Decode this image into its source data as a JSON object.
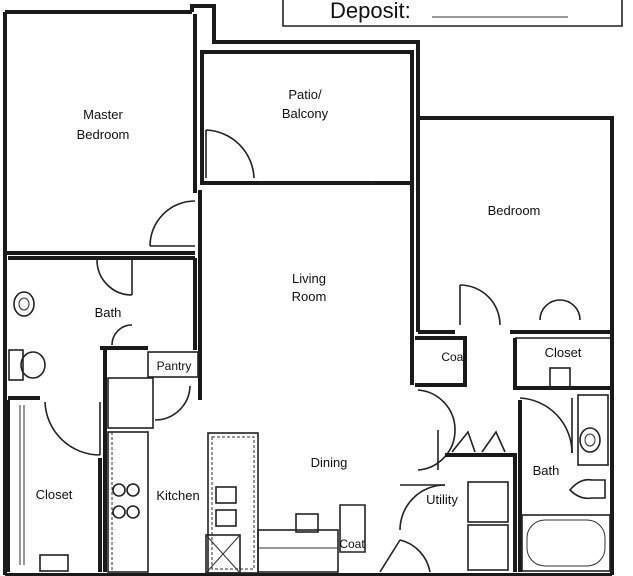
{
  "header": {
    "deposit_label": "Deposit:"
  },
  "rooms": {
    "master_bedroom": [
      "Master",
      "Bedroom"
    ],
    "patio": [
      "Patio/",
      "Balcony"
    ],
    "bedroom": "Bedroom",
    "living": [
      "Living",
      "Room"
    ],
    "bath_left": "Bath",
    "pantry": "Pantry",
    "coat_mid": "Coat",
    "closet_right": "Closet",
    "dining": "Dining",
    "closet_left": "Closet",
    "kitchen": "Kitchen",
    "utility": "Utility",
    "bath_right": "Bath",
    "coat_bottom": "Coat"
  }
}
